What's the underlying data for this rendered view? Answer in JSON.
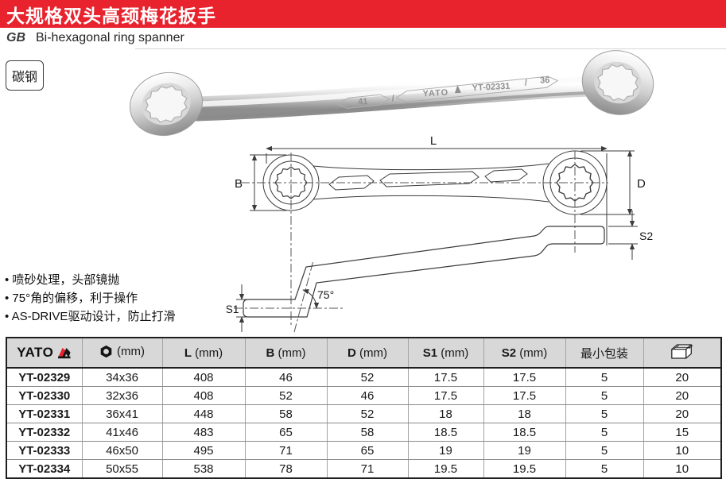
{
  "header": {
    "title": "大规格双头高颈梅花扳手",
    "standard": "GB",
    "subtitle": "Bi-hexagonal ring spanner",
    "material_badge": "碳钢"
  },
  "features": [
    "• 喷砂处理，头部镜抛",
    "• 75°角的偏移，利于操作",
    "• AS-DRIVE驱动设计，防止打滑"
  ],
  "photo": {
    "stamps": {
      "left_size": "41",
      "brand": "YATO",
      "model": "YT-02331",
      "right_size": "36",
      "separator": "/"
    }
  },
  "diagram": {
    "l": "L",
    "b": "B",
    "d": "D",
    "s1": "S1",
    "s2": "S2",
    "angle": "75°"
  },
  "table": {
    "brand": "YATO",
    "headers": {
      "size_unit": "(mm)",
      "l": "L",
      "l_unit": "(mm)",
      "b": "B",
      "b_unit": "(mm)",
      "d": "D",
      "d_unit": "(mm)",
      "s1": "S1",
      "s1_unit": "(mm)",
      "s2": "S2",
      "s2_unit": "(mm)",
      "min_pack": "最小包装"
    },
    "rows": [
      {
        "model": "YT-02329",
        "size": "34x36",
        "l": "408",
        "b": "46",
        "d": "52",
        "s1": "17.5",
        "s2": "17.5",
        "pack": "5",
        "carton": "20"
      },
      {
        "model": "YT-02330",
        "size": "32x36",
        "l": "408",
        "b": "52",
        "d": "46",
        "s1": "17.5",
        "s2": "17.5",
        "pack": "5",
        "carton": "20"
      },
      {
        "model": "YT-02331",
        "size": "36x41",
        "l": "448",
        "b": "58",
        "d": "52",
        "s1": "18",
        "s2": "18",
        "pack": "5",
        "carton": "20"
      },
      {
        "model": "YT-02332",
        "size": "41x46",
        "l": "483",
        "b": "65",
        "d": "58",
        "s1": "18.5",
        "s2": "18.5",
        "pack": "5",
        "carton": "15"
      },
      {
        "model": "YT-02333",
        "size": "46x50",
        "l": "495",
        "b": "71",
        "d": "65",
        "s1": "19",
        "s2": "19",
        "pack": "5",
        "carton": "10"
      },
      {
        "model": "YT-02334",
        "size": "50x55",
        "l": "538",
        "b": "78",
        "d": "71",
        "s1": "19.5",
        "s2": "19.5",
        "pack": "5",
        "carton": "10"
      }
    ]
  },
  "colors": {
    "accent_red": "#e8232e",
    "table_header_bg": "#d8d8d8"
  }
}
